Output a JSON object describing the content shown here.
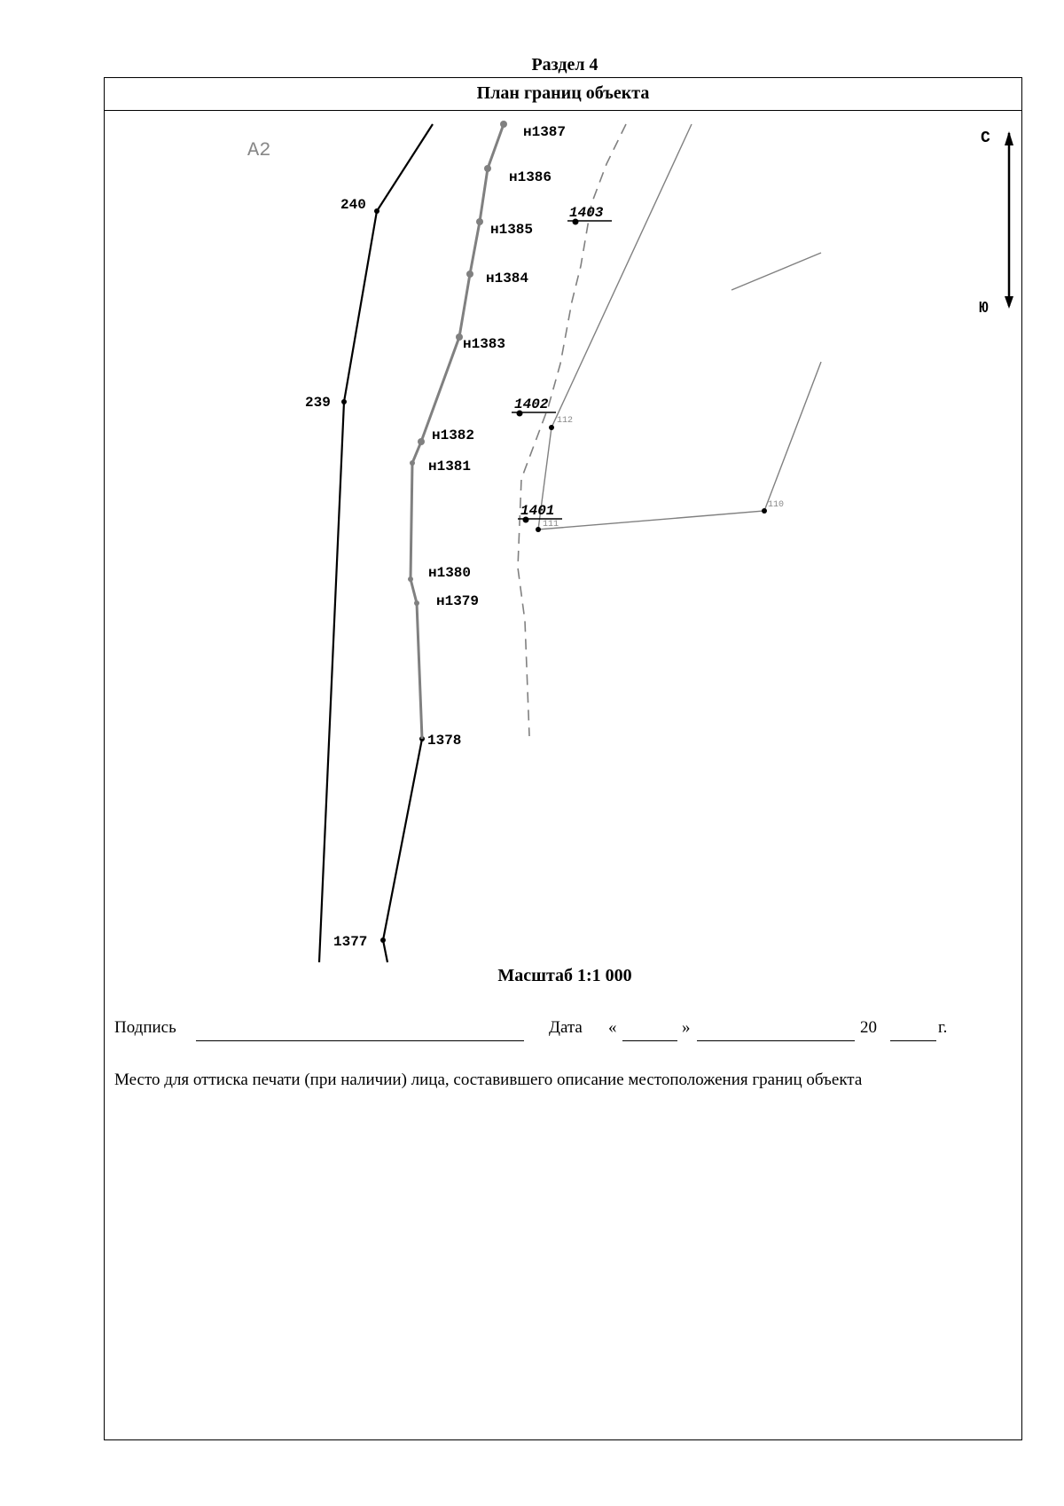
{
  "section": "Раздел 4",
  "plan_title": "План границ объекта",
  "sheet_label": "А2",
  "compass": {
    "north": "С",
    "south": "Ю"
  },
  "points": {
    "p240": "240",
    "p239": "239",
    "p1377": "1377",
    "p1378": "1378",
    "n1379": "н1379",
    "n1380": "н1380",
    "n1381": "н1381",
    "n1382": "н1382",
    "n1383": "н1383",
    "n1384": "н1384",
    "n1385": "н1385",
    "n1386": "н1386",
    "n1387": "н1387",
    "q1401": "1401",
    "q1402": "1402",
    "q1403": "1403",
    "s110": "110",
    "s111": "111",
    "s112": "112"
  },
  "scale": "Масштаб 1:1 000",
  "signature": {
    "label": "Подпись",
    "date_label": "Дата",
    "quote_open": "«",
    "quote_close": "»",
    "century": "20",
    "year_suffix": "г."
  },
  "seal_note": "Место для оттиска печати (при наличии) лица, составившего описание местоположения границ объекта"
}
